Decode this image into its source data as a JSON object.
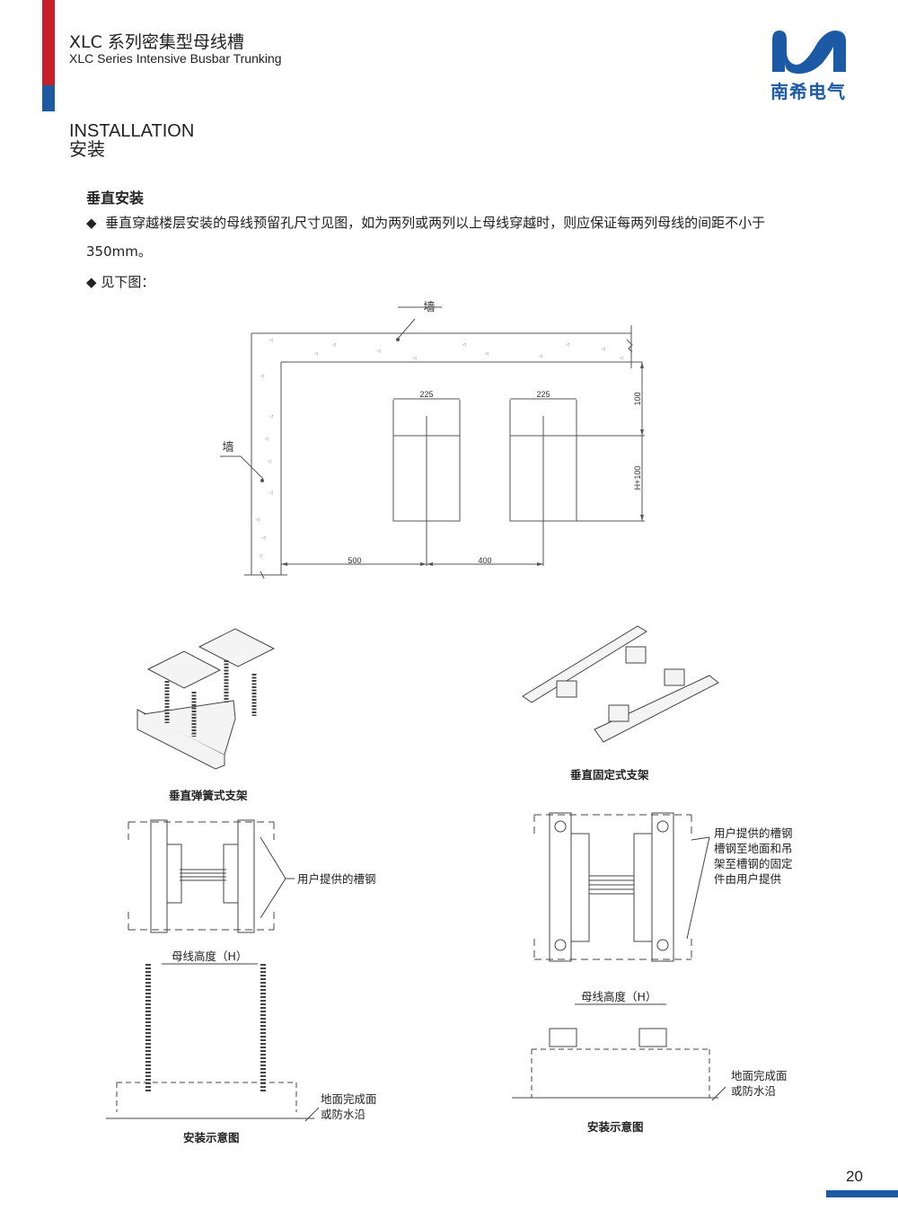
{
  "header": {
    "title_cn": "XLC 系列密集型母线槽",
    "title_en": "XLC Series Intensive Busbar Trunking",
    "logo_text": "南希电气",
    "accent_red": "#c8202a",
    "accent_blue": "#1d5aa6"
  },
  "section": {
    "title_en": "INSTALLATION",
    "title_cn": "安装",
    "heading": "垂直安装",
    "bullet_icon": "diamond-bullet-icon",
    "bullet1_line1": "垂直穿越楼层安装的母线预留孔尺寸见图，如为两列或两列以上母线穿越时，则应保证每两列母线的间距不小于",
    "bullet1_line2": "350mm。",
    "bullet2": "见下图："
  },
  "plan_drawing": {
    "wall_label_top": "墙",
    "wall_label_left": "墙",
    "dim_width_1": "225",
    "dim_width_2": "225",
    "dim_left": "500",
    "dim_between": "400",
    "dim_top": "100",
    "dim_height": "H+100"
  },
  "figures": {
    "spring_support_caption": "垂直弹簧式支架",
    "fixed_support_caption": "垂直固定式支架",
    "channel_label_left": "用户提供的槽钢",
    "channel_label_right": [
      "用户提供的槽钢",
      "槽钢至地面和吊",
      "架至槽钢的固定",
      "件由用户提供"
    ],
    "busbar_height_left": "母线高度（H）",
    "busbar_height_right": "母线高度（H）",
    "floor_label_left": [
      "地面完成面",
      "或防水沿"
    ],
    "floor_label_right": [
      "地面完成面",
      "或防水沿"
    ],
    "install_caption_left": "安装示意图",
    "install_caption_right": "安装示意图"
  },
  "footer": {
    "page_number": "20"
  }
}
